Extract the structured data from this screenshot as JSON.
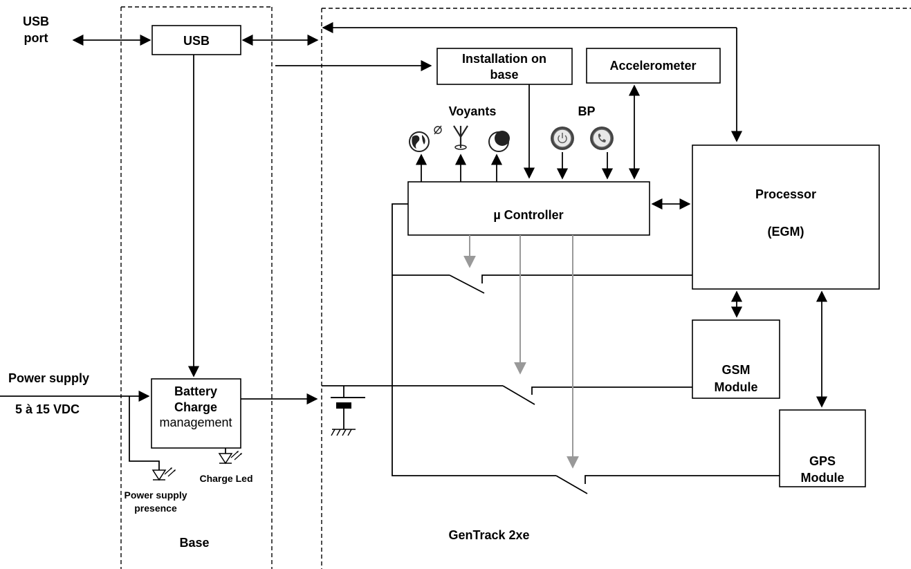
{
  "labels": {
    "usb_port_1": "USB",
    "usb_port_2": "port",
    "power_supply": "Power supply",
    "voltage": "5 à 15 VDC",
    "usb_box": "USB",
    "battery_1": "Battery",
    "battery_2": "Charge",
    "battery_3": "management",
    "power_presence_1": "Power supply",
    "power_presence_2": "presence",
    "charge_led": "Charge Led",
    "base": "Base",
    "installation_1": "Installation on",
    "installation_2": "base",
    "accelerometer": "Accelerometer",
    "voyants": "Voyants",
    "bp": "BP",
    "controller": "µ Controller",
    "processor_1": "Processor",
    "processor_2": "(EGM)",
    "gsm_1": "GSM",
    "gsm_2": "Module",
    "gps_1": "GPS",
    "gps_2": "Module",
    "gentrack": "GenTrack 2xe"
  },
  "icons": [
    "globe-icon",
    "antenna-icon",
    "moon-icon",
    "power-button-icon",
    "phone-button-icon",
    "led-icon",
    "battery-icon",
    "ground-icon",
    "switch-icon"
  ]
}
